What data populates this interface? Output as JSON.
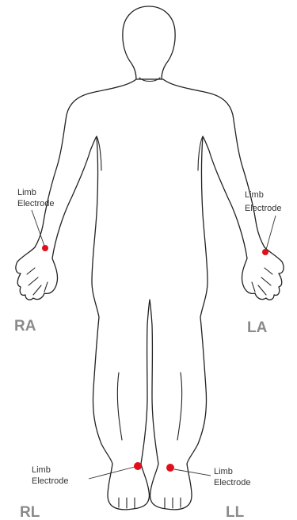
{
  "diagram": {
    "electrodes": [
      {
        "id": "ra",
        "label_line1": "Limb",
        "label_line2": "Electrode",
        "lead": "RA"
      },
      {
        "id": "la",
        "label_line1": "Limb",
        "label_line2": "Electrode",
        "lead": "LA"
      },
      {
        "id": "rl",
        "label_line1": "Limb",
        "label_line2": "Electrode",
        "lead": "RL"
      },
      {
        "id": "ll",
        "label_line1": "Limb",
        "label_line2": "Electrode",
        "lead": "LL"
      }
    ]
  },
  "colors": {
    "electrode": "#e0101a",
    "lead_label": "#8a8a8a",
    "outline": "#222222"
  },
  "icons": {
    "figure": "human-body-front-outline",
    "electrode": "red-dot"
  }
}
